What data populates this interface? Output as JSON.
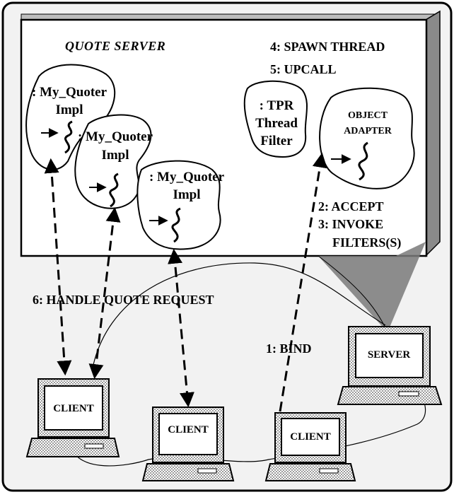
{
  "server_box": {
    "title": "QUOTE SERVER",
    "step4": "4: SPAWN THREAD",
    "step5": "5: UPCALL",
    "step2": "2: ACCEPT",
    "step3_line1": "3: INVOKE",
    "step3_line2": "FILTERS(S)"
  },
  "servants": [
    {
      "line1": ": My_Quoter",
      "line2": "Impl"
    },
    {
      "line1": ": My_Quoter",
      "line2": "Impl"
    },
    {
      "line1": ": My_Quoter",
      "line2": "Impl"
    }
  ],
  "filter": {
    "line1": ": TPR",
    "line2": "Thread",
    "line3": "Filter"
  },
  "adapter": {
    "line1": "OBJECT",
    "line2": "ADAPTER"
  },
  "step6": "6: HANDLE QUOTE REQUEST",
  "step1": "1: BIND",
  "machines": {
    "server": "SERVER",
    "client_left": "CLIENT",
    "client_middle": "CLIENT",
    "client_right": "CLIENT"
  },
  "colors": {
    "frame_bg": "#f2f2f2",
    "box_face": "#ffffff",
    "box_side": "#8a8a8a",
    "shadow": "#7a7a7a",
    "ink": "#000000"
  }
}
